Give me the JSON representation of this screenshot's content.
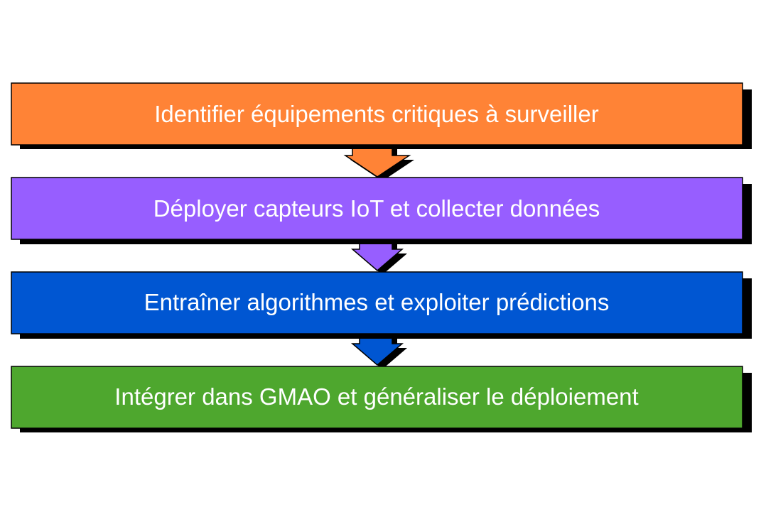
{
  "steps": [
    {
      "label": "Identifier équipements critiques à surveiller",
      "color": "#FF8336"
    },
    {
      "label": "Déployer capteurs IoT et collecter données",
      "color": "#975EFF"
    },
    {
      "label": "Entraîner algorithmes et exploiter prédictions",
      "color": "#0056D2"
    },
    {
      "label": "Intégrer dans GMAO et généraliser le déploiement",
      "color": "#4EA72E"
    }
  ],
  "colors": {
    "shadow": "#000000",
    "border": "#000000",
    "text": "#ffffff",
    "background": "#ffffff"
  }
}
